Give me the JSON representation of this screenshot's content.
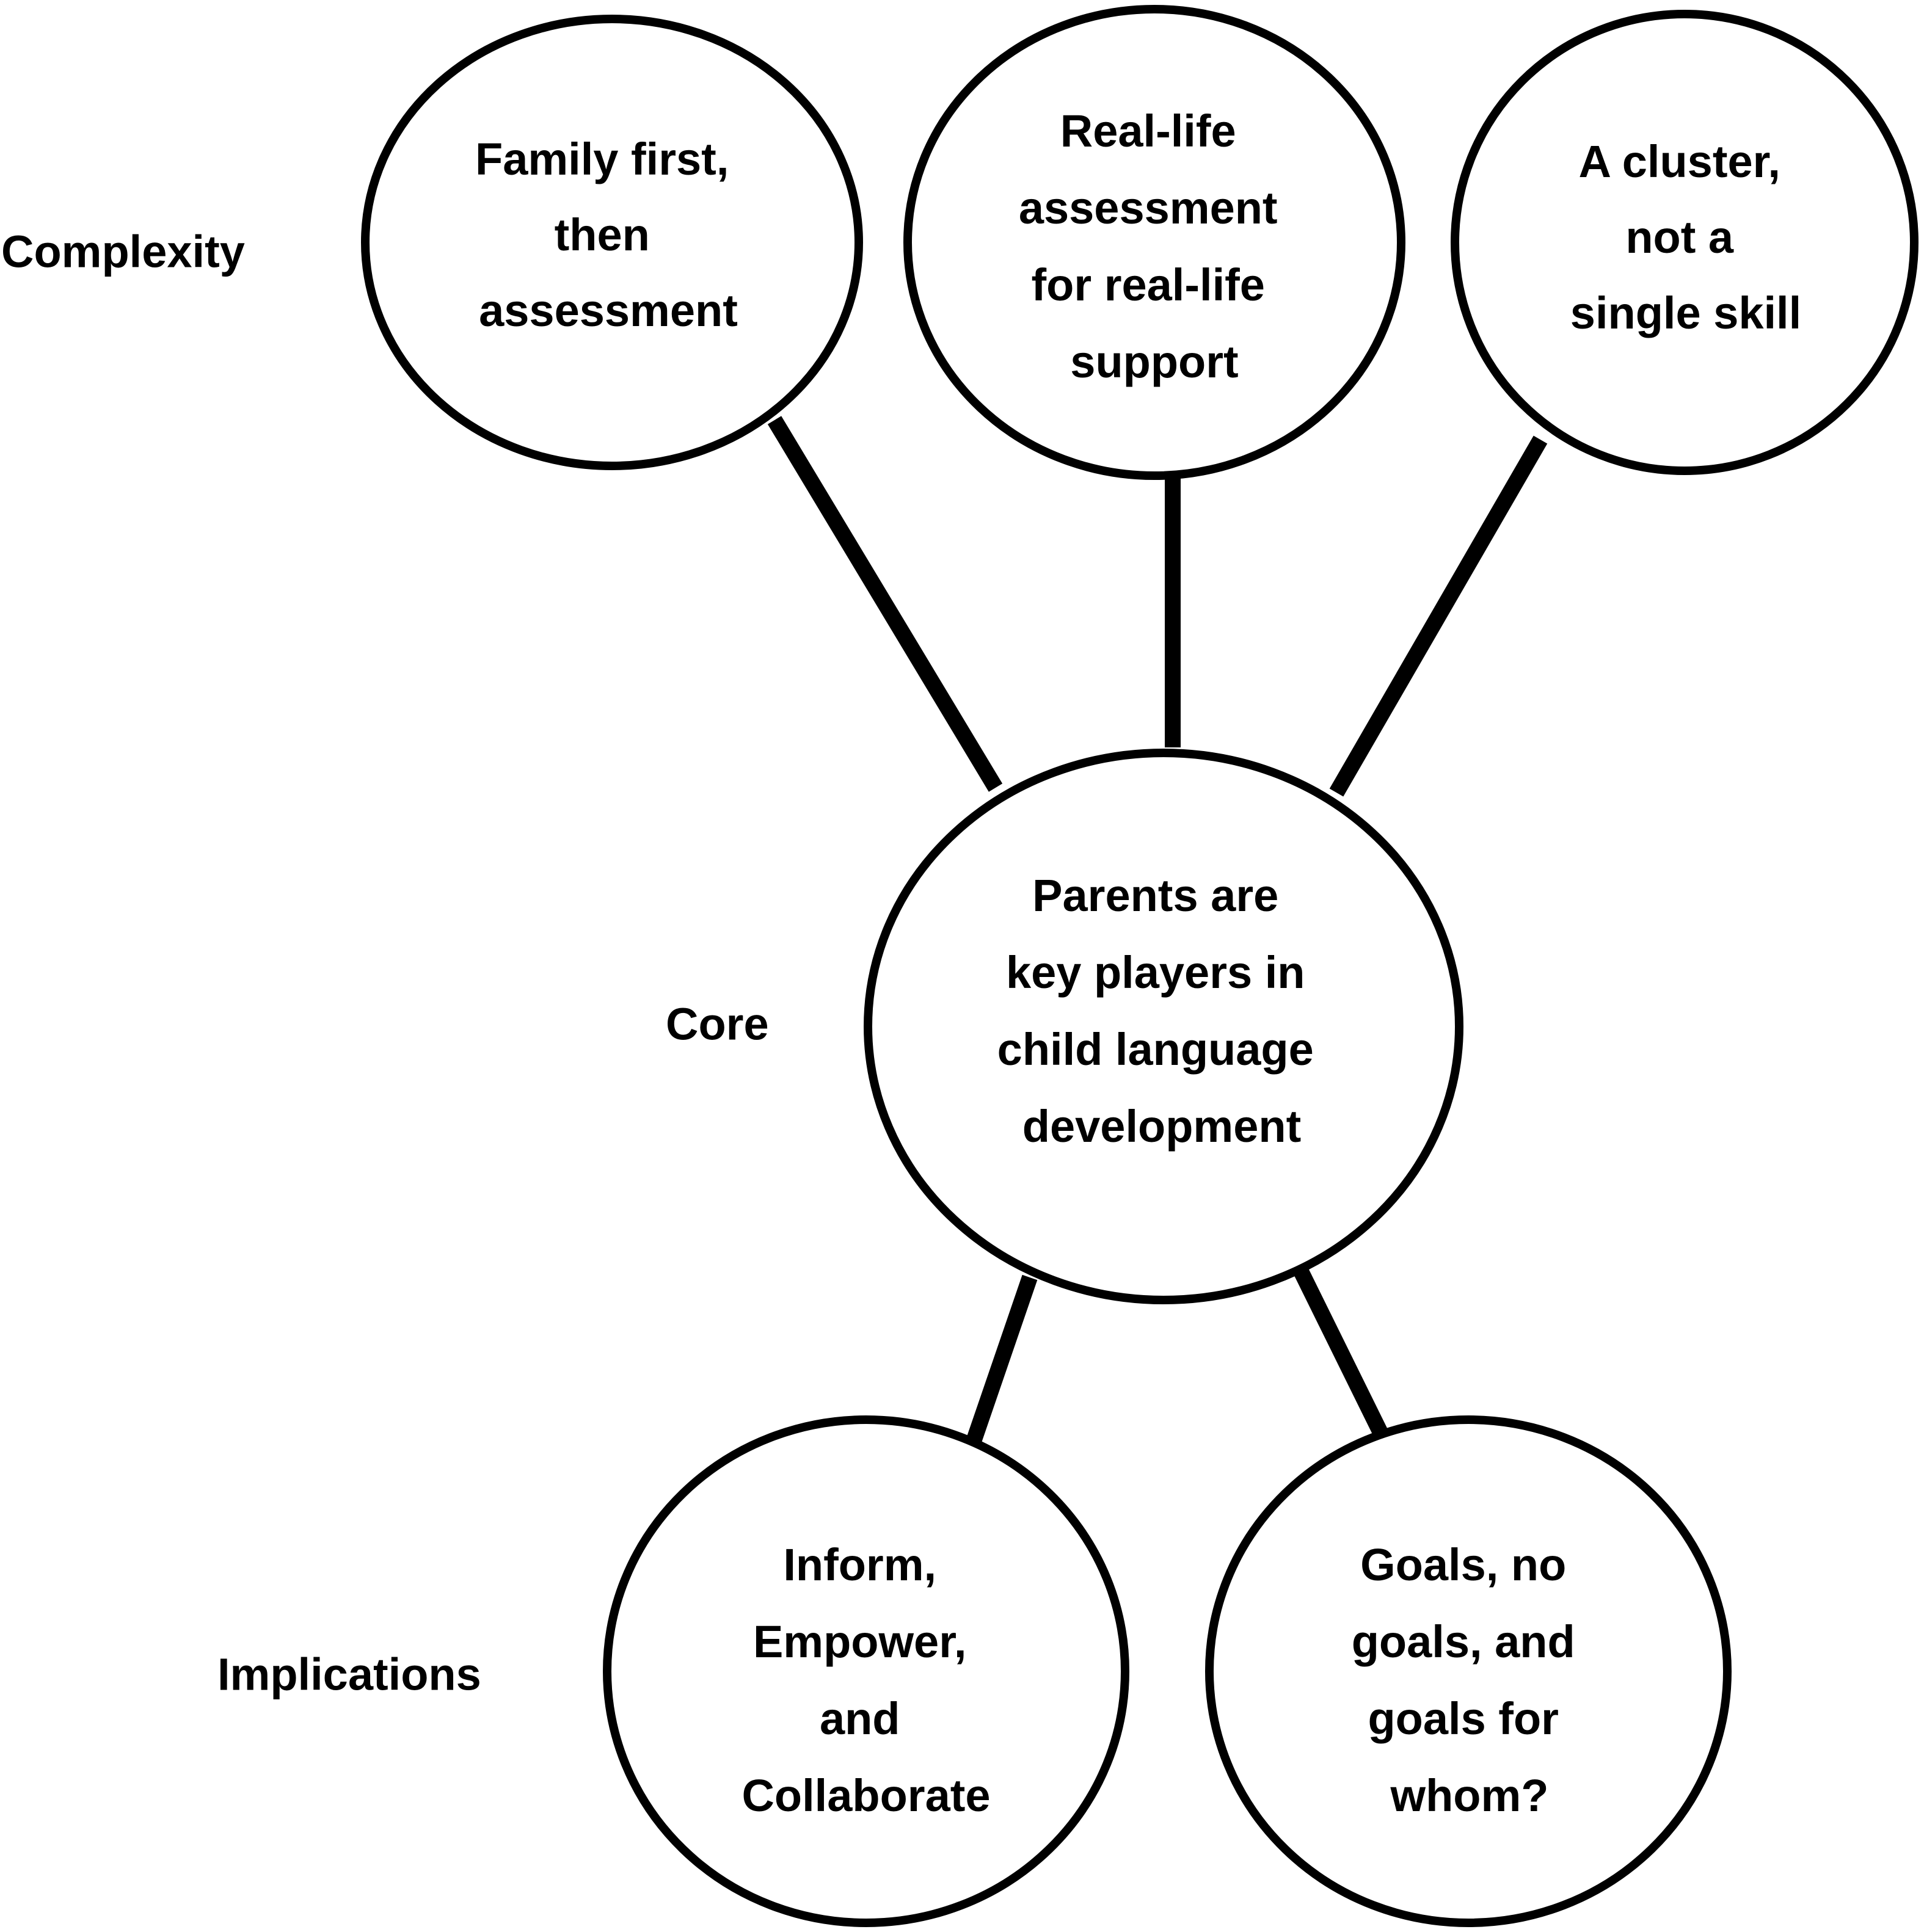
{
  "row_labels": {
    "complexity": "Complexity",
    "core": "Core",
    "implications": "Implications"
  },
  "nodes": {
    "family_first": {
      "lines": [
        "Family first,",
        "then",
        "assessment"
      ]
    },
    "real_life": {
      "lines": [
        "Real-life",
        "assessment",
        "for real-life",
        "support"
      ]
    },
    "cluster": {
      "lines": [
        "A cluster,",
        "not a",
        "single skill"
      ]
    },
    "core": {
      "lines": [
        "Parents are",
        "key players in",
        "child language",
        "development"
      ]
    },
    "inform": {
      "lines": [
        "Inform,",
        "Empower,",
        "and",
        "Collaborate"
      ]
    },
    "goals": {
      "lines": [
        "Goals, no",
        "goals, and",
        "goals for",
        "whom?"
      ]
    }
  }
}
